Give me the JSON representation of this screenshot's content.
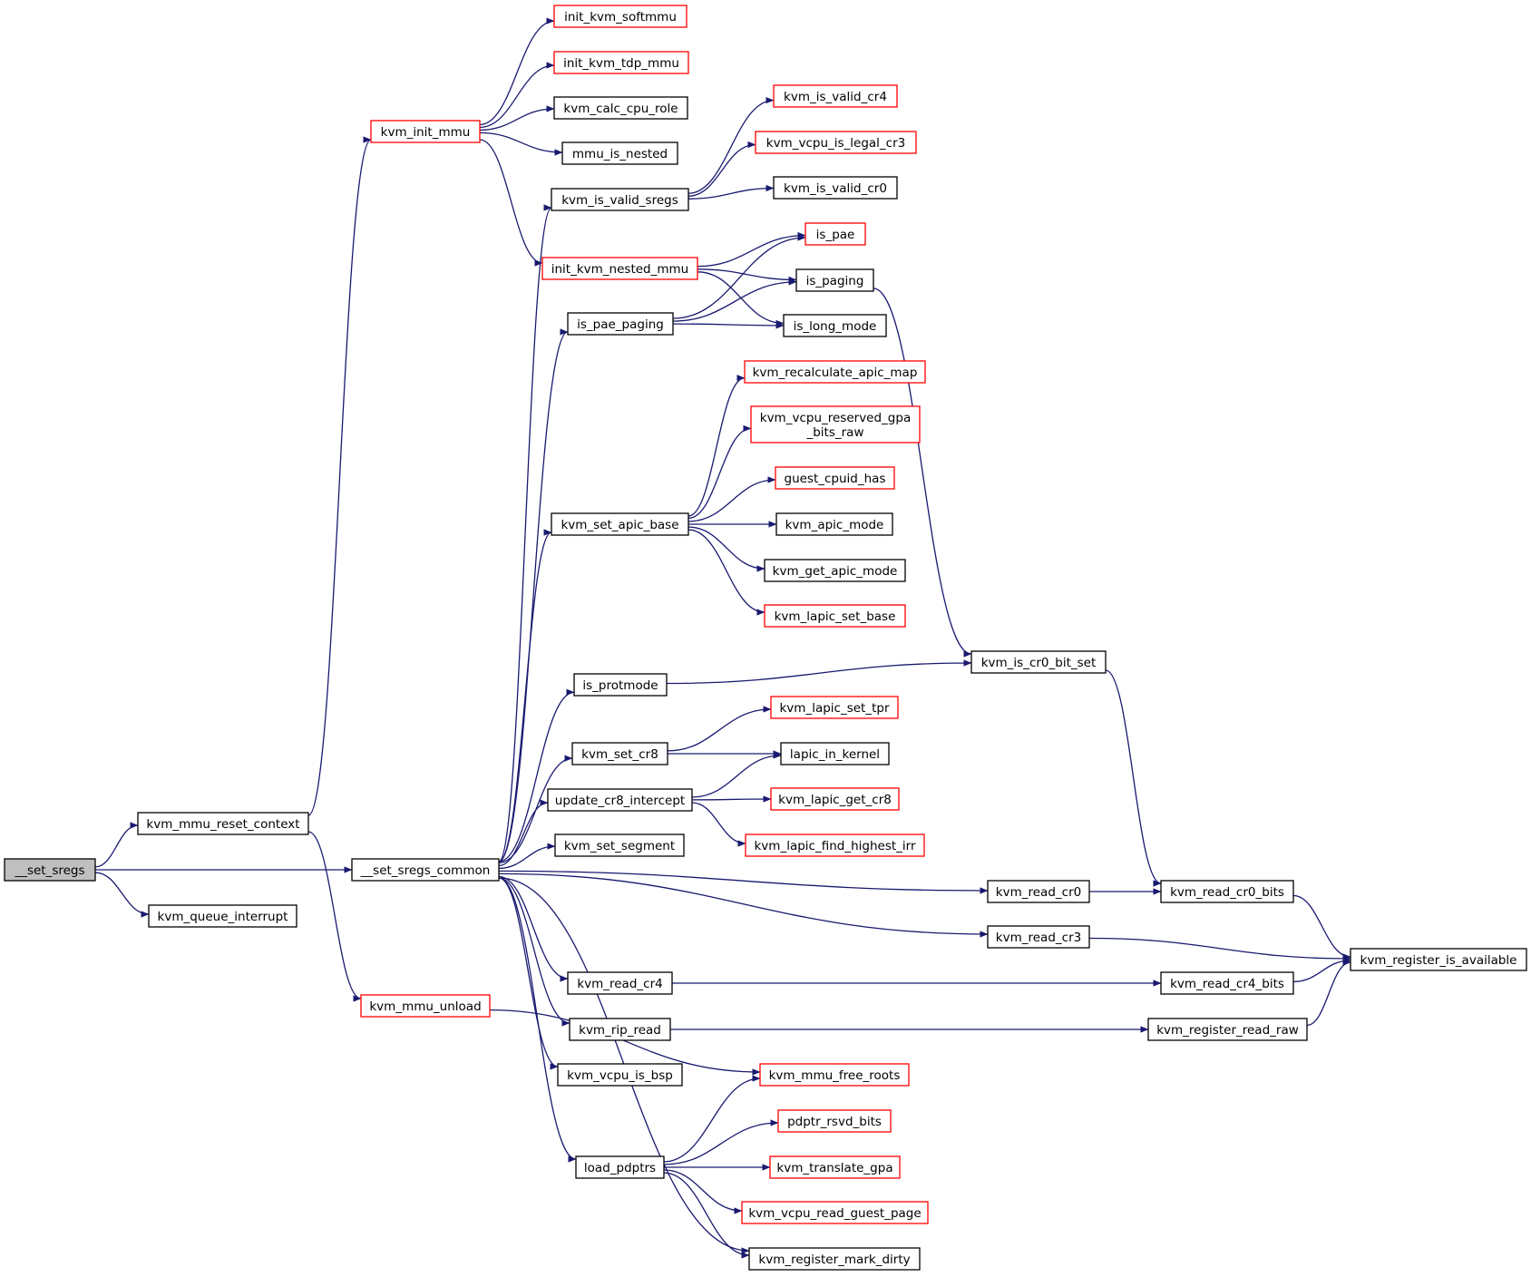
{
  "nodes": [
    {
      "id": "set_sregs",
      "label": [
        "__set_sregs"
      ],
      "style": "root"
    },
    {
      "id": "kvm_mmu_reset_context",
      "label": [
        "kvm_mmu_reset_context"
      ],
      "style": "normal"
    },
    {
      "id": "kvm_queue_interrupt",
      "label": [
        "kvm_queue_interrupt"
      ],
      "style": "normal"
    },
    {
      "id": "set_sregs_common",
      "label": [
        "__set_sregs_common"
      ],
      "style": "normal"
    },
    {
      "id": "kvm_init_mmu",
      "label": [
        "kvm_init_mmu"
      ],
      "style": "red"
    },
    {
      "id": "kvm_mmu_unload",
      "label": [
        "kvm_mmu_unload"
      ],
      "style": "red"
    },
    {
      "id": "init_kvm_softmmu",
      "label": [
        "init_kvm_softmmu"
      ],
      "style": "red"
    },
    {
      "id": "init_kvm_tdp_mmu",
      "label": [
        "init_kvm_tdp_mmu"
      ],
      "style": "red"
    },
    {
      "id": "kvm_calc_cpu_role",
      "label": [
        "kvm_calc_cpu_role"
      ],
      "style": "normal"
    },
    {
      "id": "mmu_is_nested",
      "label": [
        "mmu_is_nested"
      ],
      "style": "normal"
    },
    {
      "id": "kvm_is_valid_sregs",
      "label": [
        "kvm_is_valid_sregs"
      ],
      "style": "normal"
    },
    {
      "id": "init_kvm_nested_mmu",
      "label": [
        "init_kvm_nested_mmu"
      ],
      "style": "red"
    },
    {
      "id": "is_pae_paging",
      "label": [
        "is_pae_paging"
      ],
      "style": "normal"
    },
    {
      "id": "kvm_set_apic_base",
      "label": [
        "kvm_set_apic_base"
      ],
      "style": "normal"
    },
    {
      "id": "is_protmode",
      "label": [
        "is_protmode"
      ],
      "style": "normal"
    },
    {
      "id": "kvm_set_cr8",
      "label": [
        "kvm_set_cr8"
      ],
      "style": "normal"
    },
    {
      "id": "update_cr8_intercept",
      "label": [
        "update_cr8_intercept"
      ],
      "style": "normal"
    },
    {
      "id": "kvm_set_segment",
      "label": [
        "kvm_set_segment"
      ],
      "style": "normal"
    },
    {
      "id": "kvm_read_cr4",
      "label": [
        "kvm_read_cr4"
      ],
      "style": "normal"
    },
    {
      "id": "kvm_rip_read",
      "label": [
        "kvm_rip_read"
      ],
      "style": "normal"
    },
    {
      "id": "kvm_vcpu_is_bsp",
      "label": [
        "kvm_vcpu_is_bsp"
      ],
      "style": "normal"
    },
    {
      "id": "load_pdptrs",
      "label": [
        "load_pdptrs"
      ],
      "style": "normal"
    },
    {
      "id": "kvm_is_valid_cr4",
      "label": [
        "kvm_is_valid_cr4"
      ],
      "style": "red"
    },
    {
      "id": "kvm_vcpu_is_legal_cr3",
      "label": [
        "kvm_vcpu_is_legal_cr3"
      ],
      "style": "red"
    },
    {
      "id": "kvm_is_valid_cr0",
      "label": [
        "kvm_is_valid_cr0"
      ],
      "style": "normal"
    },
    {
      "id": "is_pae",
      "label": [
        "is_pae"
      ],
      "style": "red"
    },
    {
      "id": "is_paging",
      "label": [
        "is_paging"
      ],
      "style": "normal"
    },
    {
      "id": "is_long_mode",
      "label": [
        "is_long_mode"
      ],
      "style": "normal"
    },
    {
      "id": "kvm_recalculate_apic_map",
      "label": [
        "kvm_recalculate_apic_map"
      ],
      "style": "red"
    },
    {
      "id": "kvm_vcpu_reserved_gpa_bits_raw",
      "label": [
        "kvm_vcpu_reserved_gpa",
        "_bits_raw"
      ],
      "style": "red"
    },
    {
      "id": "guest_cpuid_has",
      "label": [
        "guest_cpuid_has"
      ],
      "style": "red"
    },
    {
      "id": "kvm_apic_mode",
      "label": [
        "kvm_apic_mode"
      ],
      "style": "normal"
    },
    {
      "id": "kvm_get_apic_mode",
      "label": [
        "kvm_get_apic_mode"
      ],
      "style": "normal"
    },
    {
      "id": "kvm_lapic_set_base",
      "label": [
        "kvm_lapic_set_base"
      ],
      "style": "red"
    },
    {
      "id": "kvm_lapic_set_tpr",
      "label": [
        "kvm_lapic_set_tpr"
      ],
      "style": "red"
    },
    {
      "id": "lapic_in_kernel",
      "label": [
        "lapic_in_kernel"
      ],
      "style": "normal"
    },
    {
      "id": "kvm_lapic_get_cr8",
      "label": [
        "kvm_lapic_get_cr8"
      ],
      "style": "red"
    },
    {
      "id": "kvm_lapic_find_highest_irr",
      "label": [
        "kvm_lapic_find_highest_irr"
      ],
      "style": "red"
    },
    {
      "id": "kvm_mmu_free_roots",
      "label": [
        "kvm_mmu_free_roots"
      ],
      "style": "red"
    },
    {
      "id": "pdptr_rsvd_bits",
      "label": [
        "pdptr_rsvd_bits"
      ],
      "style": "red"
    },
    {
      "id": "kvm_translate_gpa",
      "label": [
        "kvm_translate_gpa"
      ],
      "style": "red"
    },
    {
      "id": "kvm_vcpu_read_guest_page",
      "label": [
        "kvm_vcpu_read_guest_page"
      ],
      "style": "red"
    },
    {
      "id": "kvm_register_mark_dirty",
      "label": [
        "kvm_register_mark_dirty"
      ],
      "style": "normal"
    },
    {
      "id": "kvm_is_cr0_bit_set",
      "label": [
        "kvm_is_cr0_bit_set"
      ],
      "style": "normal"
    },
    {
      "id": "kvm_read_cr0",
      "label": [
        "kvm_read_cr0"
      ],
      "style": "normal"
    },
    {
      "id": "kvm_read_cr3",
      "label": [
        "kvm_read_cr3"
      ],
      "style": "normal"
    },
    {
      "id": "kvm_read_cr0_bits",
      "label": [
        "kvm_read_cr0_bits"
      ],
      "style": "normal"
    },
    {
      "id": "kvm_read_cr4_bits",
      "label": [
        "kvm_read_cr4_bits"
      ],
      "style": "normal"
    },
    {
      "id": "kvm_register_read_raw",
      "label": [
        "kvm_register_read_raw"
      ],
      "style": "normal"
    },
    {
      "id": "kvm_register_is_available",
      "label": [
        "kvm_register_is_available"
      ],
      "style": "normal"
    }
  ],
  "edges": [
    [
      "set_sregs",
      "kvm_mmu_reset_context"
    ],
    [
      "set_sregs",
      "set_sregs_common"
    ],
    [
      "set_sregs",
      "kvm_queue_interrupt"
    ],
    [
      "kvm_mmu_reset_context",
      "kvm_init_mmu"
    ],
    [
      "kvm_mmu_reset_context",
      "kvm_mmu_unload"
    ],
    [
      "kvm_init_mmu",
      "init_kvm_softmmu"
    ],
    [
      "kvm_init_mmu",
      "init_kvm_tdp_mmu"
    ],
    [
      "kvm_init_mmu",
      "kvm_calc_cpu_role"
    ],
    [
      "kvm_init_mmu",
      "mmu_is_nested"
    ],
    [
      "kvm_init_mmu",
      "init_kvm_nested_mmu"
    ],
    [
      "kvm_is_valid_sregs",
      "kvm_is_valid_cr4"
    ],
    [
      "kvm_is_valid_sregs",
      "kvm_vcpu_is_legal_cr3"
    ],
    [
      "kvm_is_valid_sregs",
      "kvm_is_valid_cr0"
    ],
    [
      "init_kvm_nested_mmu",
      "is_pae"
    ],
    [
      "init_kvm_nested_mmu",
      "is_paging"
    ],
    [
      "init_kvm_nested_mmu",
      "is_long_mode"
    ],
    [
      "is_pae_paging",
      "is_pae"
    ],
    [
      "is_pae_paging",
      "is_paging"
    ],
    [
      "is_pae_paging",
      "is_long_mode"
    ],
    [
      "is_paging",
      "kvm_is_cr0_bit_set"
    ],
    [
      "kvm_set_apic_base",
      "kvm_recalculate_apic_map"
    ],
    [
      "kvm_set_apic_base",
      "kvm_vcpu_reserved_gpa_bits_raw"
    ],
    [
      "kvm_set_apic_base",
      "guest_cpuid_has"
    ],
    [
      "kvm_set_apic_base",
      "kvm_apic_mode"
    ],
    [
      "kvm_set_apic_base",
      "kvm_get_apic_mode"
    ],
    [
      "kvm_set_apic_base",
      "kvm_lapic_set_base"
    ],
    [
      "is_protmode",
      "kvm_is_cr0_bit_set"
    ],
    [
      "kvm_is_cr0_bit_set",
      "kvm_read_cr0_bits"
    ],
    [
      "kvm_set_cr8",
      "kvm_lapic_set_tpr"
    ],
    [
      "kvm_set_cr8",
      "lapic_in_kernel"
    ],
    [
      "update_cr8_intercept",
      "lapic_in_kernel"
    ],
    [
      "update_cr8_intercept",
      "kvm_lapic_get_cr8"
    ],
    [
      "update_cr8_intercept",
      "kvm_lapic_find_highest_irr"
    ],
    [
      "set_sregs_common",
      "kvm_is_valid_sregs"
    ],
    [
      "set_sregs_common",
      "is_pae_paging"
    ],
    [
      "set_sregs_common",
      "kvm_set_apic_base"
    ],
    [
      "set_sregs_common",
      "is_protmode"
    ],
    [
      "set_sregs_common",
      "kvm_set_cr8"
    ],
    [
      "set_sregs_common",
      "update_cr8_intercept"
    ],
    [
      "set_sregs_common",
      "kvm_set_segment"
    ],
    [
      "set_sregs_common",
      "kvm_read_cr0"
    ],
    [
      "set_sregs_common",
      "kvm_read_cr3"
    ],
    [
      "set_sregs_common",
      "kvm_read_cr4"
    ],
    [
      "set_sregs_common",
      "kvm_rip_read"
    ],
    [
      "set_sregs_common",
      "kvm_vcpu_is_bsp"
    ],
    [
      "set_sregs_common",
      "load_pdptrs"
    ],
    [
      "set_sregs_common",
      "kvm_register_mark_dirty"
    ],
    [
      "kvm_read_cr0",
      "kvm_read_cr0_bits"
    ],
    [
      "kvm_read_cr0_bits",
      "kvm_register_is_available"
    ],
    [
      "kvm_read_cr3",
      "kvm_register_is_available"
    ],
    [
      "kvm_read_cr4",
      "kvm_read_cr4_bits"
    ],
    [
      "kvm_read_cr4_bits",
      "kvm_register_is_available"
    ],
    [
      "kvm_rip_read",
      "kvm_register_read_raw"
    ],
    [
      "kvm_register_read_raw",
      "kvm_register_is_available"
    ],
    [
      "kvm_mmu_unload",
      "kvm_mmu_free_roots"
    ],
    [
      "load_pdptrs",
      "kvm_mmu_free_roots"
    ],
    [
      "load_pdptrs",
      "pdptr_rsvd_bits"
    ],
    [
      "load_pdptrs",
      "kvm_translate_gpa"
    ],
    [
      "load_pdptrs",
      "kvm_vcpu_read_guest_page"
    ],
    [
      "load_pdptrs",
      "kvm_register_mark_dirty"
    ]
  ],
  "colors": {
    "edge": "#191970",
    "node_border": "#000000",
    "node_border_linked_red": "#ff0000",
    "root_fill": "#bfbfbf",
    "node_fill": "#ffffff"
  }
}
